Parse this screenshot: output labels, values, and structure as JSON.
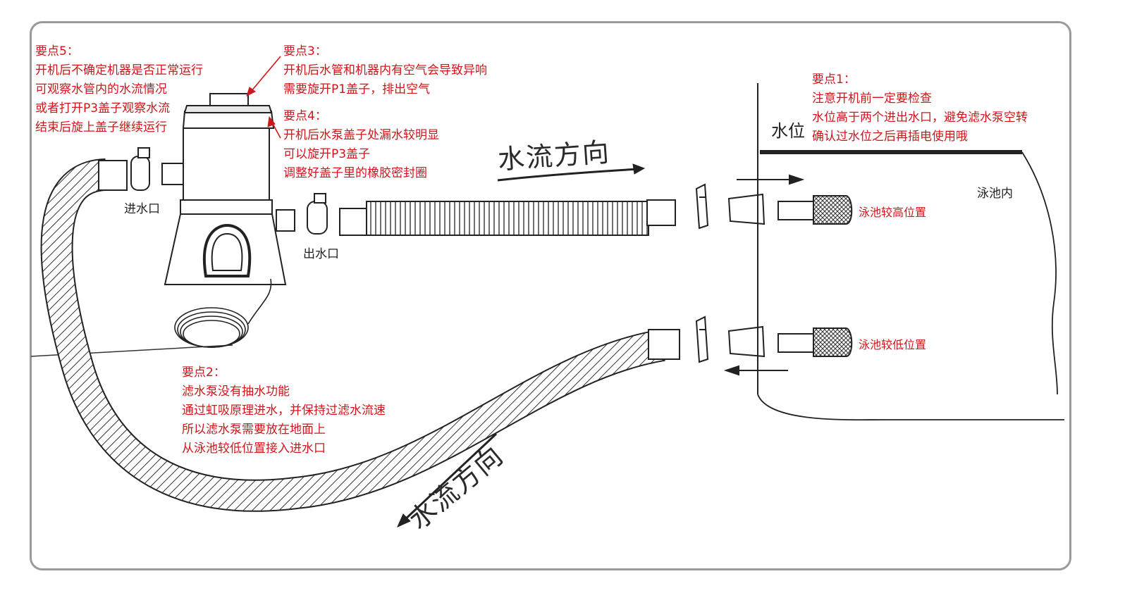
{
  "notes": {
    "point5": {
      "title": "要点5：",
      "lines": [
        "开机后不确定机器是否正常运行",
        "可观察水管内的水流情况",
        "或者打开P3盖子观察水流",
        "结束后旋上盖子继续运行"
      ]
    },
    "point3": {
      "title": "要点3：",
      "lines": [
        "开机后水管和机器内有空气会导致异响",
        "需要旋开P1盖子，排出空气"
      ]
    },
    "point4": {
      "title": "要点4：",
      "lines": [
        "开机后水泵盖子处漏水较明显",
        "可以旋开P3盖子",
        "调整好盖子里的橡胶密封圈"
      ]
    },
    "point1": {
      "title": "要点1：",
      "lines": [
        "注意开机前一定要检查",
        "水位高于两个进出水口，避免滤水泵空转",
        "确认过水位之后再插电使用哦"
      ]
    },
    "point2": {
      "title": "要点2：",
      "lines": [
        "滤水泵没有抽水功能",
        "通过虹吸原理进水，并保持过滤水流速",
        "所以滤水泵需要放在地面上",
        "从泳池较低位置接入进水口"
      ]
    }
  },
  "labels": {
    "inlet": "进水口",
    "outlet": "出水口",
    "water_level": "水位",
    "pool_inside": "泳池内",
    "pool_high": "泳池较高位置",
    "pool_low": "泳池较低位置",
    "flow_top": "水流方向",
    "flow_bottom": "水流方向"
  },
  "colors": {
    "note_red": "#d0161b",
    "frame_gray": "#9a9a9a",
    "line_dark": "#222222"
  }
}
